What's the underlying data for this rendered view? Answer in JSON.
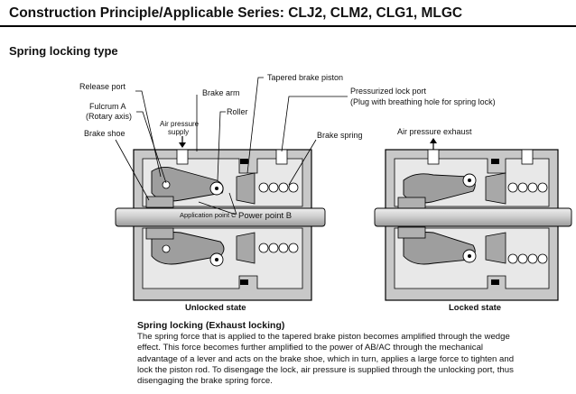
{
  "header": {
    "title": "Construction Principle/Applicable Series: CLJ2, CLM2, CLG1, MLGC"
  },
  "section": {
    "title": "Spring locking type"
  },
  "labels": {
    "release_port": "Release port",
    "fulcrum": "Fulcrum A",
    "rotary_axis": "(Rotary axis)",
    "air_pressure_supply_1": "Air pressure",
    "air_pressure_supply_2": "supply",
    "brake_shoe": "Brake shoe",
    "brake_arm": "Brake arm",
    "roller": "Roller",
    "tapered_brake_piston": "Tapered brake piston",
    "pressurized_lock_port": "Pressurized lock port",
    "plug_note": "(Plug with breathing hole for spring lock)",
    "brake_spring": "Brake spring",
    "application_point": "Application point C",
    "power_point": "Power point B",
    "air_pressure_exhaust": "Air pressure exhaust"
  },
  "states": {
    "unlocked": "Unlocked state",
    "locked": "Locked state"
  },
  "description": {
    "heading": "Spring locking (Exhaust locking)",
    "lines": [
      "The spring force that is applied to the tapered brake piston becomes amplified through the wedge",
      "effect. This force becomes further amplified to the power of AB/AC through the mechanical",
      "advantage of a lever and acts on the brake shoe, which in turn, applies a large force to tighten and",
      "lock the piston rod. To disengage the lock, air pressure is supplied through the unlocking port, thus",
      "disengaging the brake spring force."
    ]
  },
  "colors": {
    "housing": "#c8c8c8",
    "rod": "#d4d4d4",
    "line": "#000000"
  }
}
